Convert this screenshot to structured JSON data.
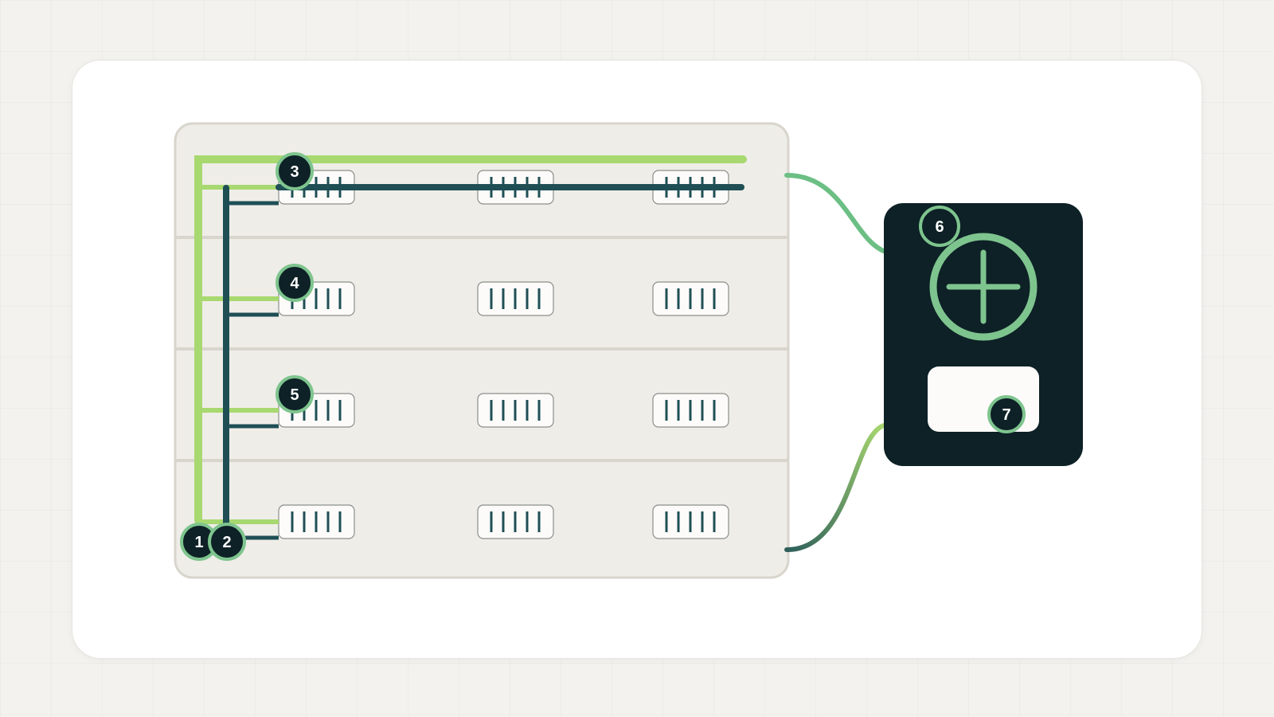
{
  "colors": {
    "background": "#f3f2ee",
    "card": "#ffffff",
    "rack_fill": "#efede8",
    "rack_border": "#d8d5cc",
    "light_green": "#a8d870",
    "dark_teal": "#1f4f55",
    "badge_fill": "#0d2126",
    "badge_ring": "#7ec48e",
    "controller_fill": "#0d2126",
    "cable_left_top": "#6cbf84",
    "cable_left_bottom_start": "#2e5f5a",
    "cable_left_bottom_end": "#a8d870",
    "port_stripe": "#1f4f55",
    "slot_fill": "#fcfbf9"
  },
  "diagram": {
    "rack": {
      "rows": 4,
      "ports_per_row": 3,
      "stripes_per_port": 5
    },
    "badges": [
      {
        "id": "1",
        "label": "1"
      },
      {
        "id": "2",
        "label": "2"
      },
      {
        "id": "3",
        "label": "3"
      },
      {
        "id": "4",
        "label": "4"
      },
      {
        "id": "5",
        "label": "5"
      },
      {
        "id": "6",
        "label": "6"
      },
      {
        "id": "7",
        "label": "7"
      }
    ],
    "controller": {
      "icon": "plus-circle-icon",
      "slot": "card-slot"
    }
  }
}
